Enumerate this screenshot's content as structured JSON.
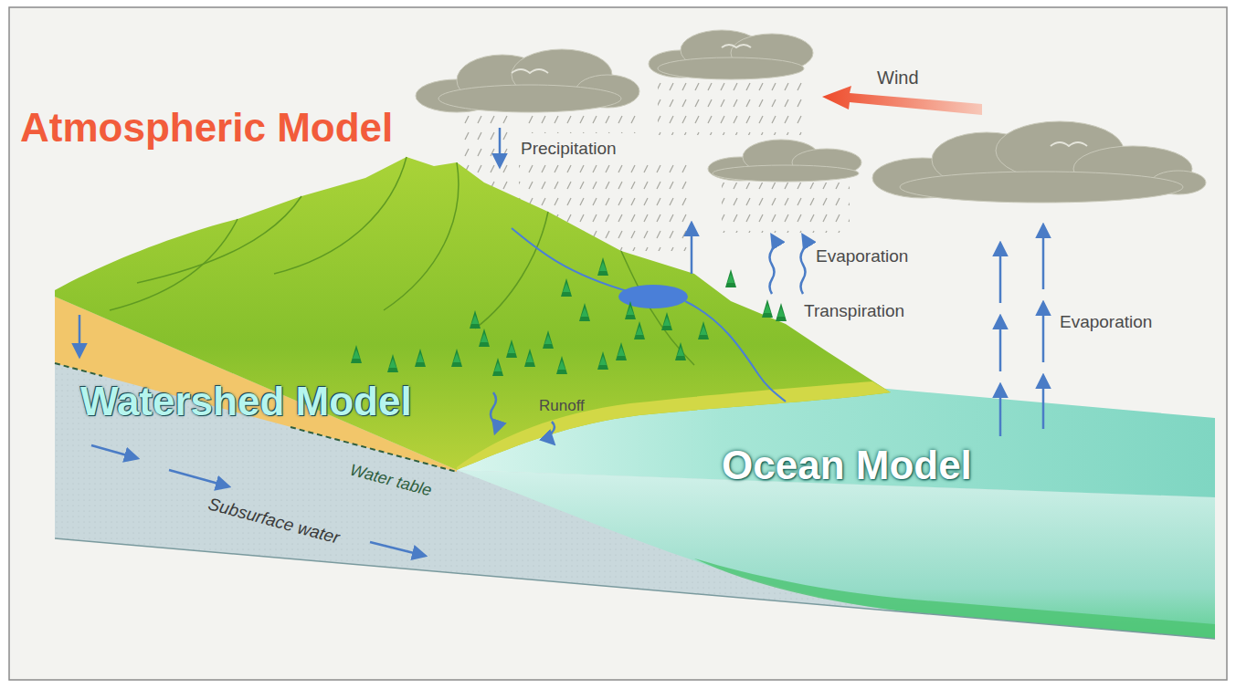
{
  "diagram": {
    "labels": [
      "Atmospheric Model",
      "Wind",
      "Precipitation",
      "Evaporation",
      "Transpiration",
      "Evaporation",
      "Runoff",
      "Watershed Model",
      "Water table",
      "Subsurface water",
      "Ocean Model"
    ]
  }
}
